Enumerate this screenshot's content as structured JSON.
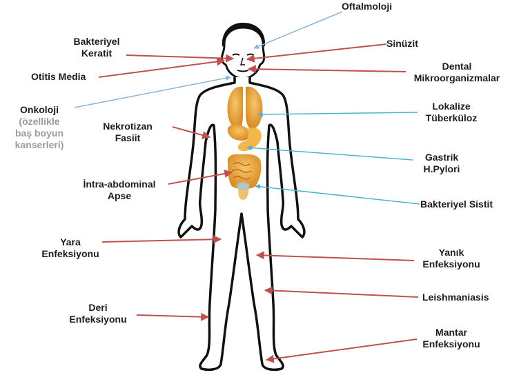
{
  "labels": {
    "oftalmoloji": "Oftalmoloji",
    "bakteriyel_keratit": [
      "Bakteriyel",
      "Keratit"
    ],
    "sinuzit": "Sinüzit",
    "otitis_media": "Otitis Media",
    "dental": [
      "Dental",
      "Mikroorganizmalar"
    ],
    "onkoloji": "Onkoloji",
    "onkoloji_note": [
      "(özellikle",
      "baş boyun",
      "kanserleri)"
    ],
    "nekrotizan": [
      "Nekrotizan",
      "Fasiit"
    ],
    "lokalize": [
      "Lokalize",
      "Tüberküloz"
    ],
    "gastrik": [
      "Gastrik",
      "H.Pylori"
    ],
    "intra": [
      "İntra-abdominal",
      "Apse"
    ],
    "bakteriyel_sistit": "Bakteriyel Sistit",
    "yara": [
      "Yara",
      "Enfeksiyonu"
    ],
    "yanik": [
      "Yanık",
      "Enfeksiyonu"
    ],
    "leishmaniasis": "Leishmaniasis",
    "deri": [
      "Deri",
      "Enfeksiyonu"
    ],
    "mantar": [
      "Mantar",
      "Enfeksiyonu"
    ]
  },
  "colors": {
    "red_arrow": "#c0504d",
    "blue_arrow": "#8fb4d6",
    "cyan_arrow": "#4fb3c8",
    "outline": "#111111",
    "organ": "#e8a23a"
  }
}
